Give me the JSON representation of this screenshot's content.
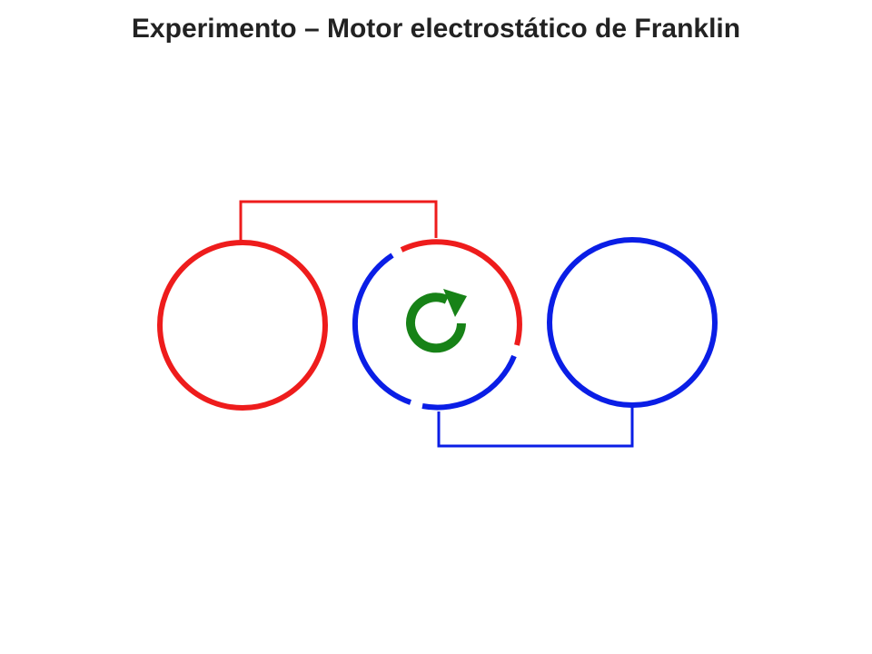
{
  "slide": {
    "title": "Experimento – Motor electrostático de Franklin"
  },
  "diagram": {
    "colors": {
      "positive": "#ee1c1c",
      "negative": "#0a1ee6",
      "rotation": "#178217"
    },
    "icons": {
      "rotation": "clockwise-arrow-icon"
    },
    "elements": {
      "left_sphere": "red-charged-sphere",
      "right_sphere": "blue-charged-sphere",
      "rotor": "rotor-with-red-and-blue-segments",
      "top_wire": "red-wire-left-sphere-to-rotor",
      "bottom_wire": "blue-wire-rotor-to-right-sphere"
    }
  }
}
